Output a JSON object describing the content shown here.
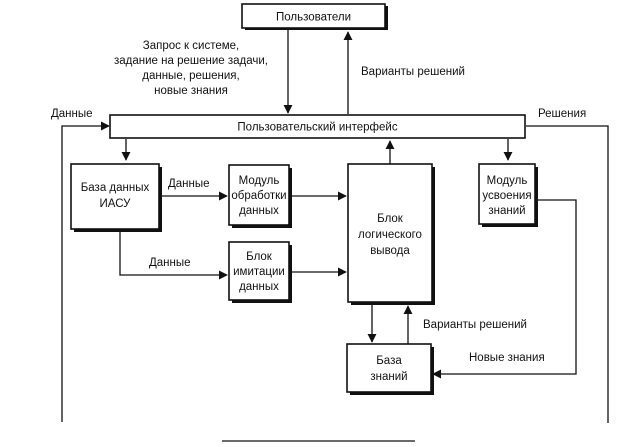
{
  "blocks": {
    "users": "Пользователи",
    "ui": "Пользовательский интерфейс",
    "db": [
      "База данных",
      "ИАСУ"
    ],
    "proc": [
      "Модуль",
      "обработки",
      "данных"
    ],
    "sim": [
      "Блок",
      "имитации",
      "данных"
    ],
    "logic": [
      "Блок",
      "логического",
      "вывода"
    ],
    "learn": [
      "Модуль",
      "усвоения",
      "знаний"
    ],
    "kb": [
      "База",
      "знаний"
    ]
  },
  "labels": {
    "request": [
      "Запрос к системе,",
      "задание на решение задачи,",
      "данные, решения,",
      "новые знания"
    ],
    "variants_top": "Варианты решений",
    "data_left": "Данные",
    "solutions_right": "Решения",
    "data_db_proc": "Данные",
    "data_db_sim": "Данные",
    "variants_kb": "Варианты решений",
    "new_knowledge": "Новые знания"
  }
}
